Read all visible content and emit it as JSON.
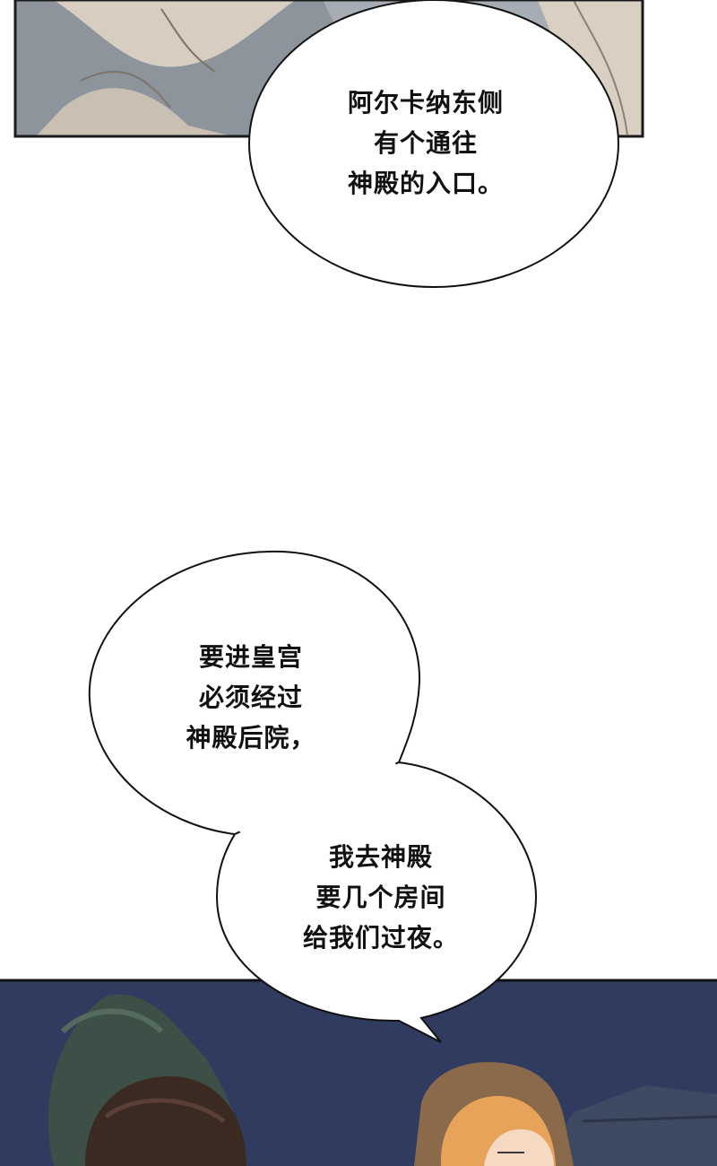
{
  "bubbles": [
    {
      "lines": [
        "阿尔卡纳东侧",
        "有个通往",
        "神殿的入口。"
      ]
    },
    {
      "lines": [
        "要进皇宫",
        "必须经过",
        "神殿后院，"
      ]
    },
    {
      "lines": [
        "我去神殿",
        "要几个房间",
        "给我们过夜。"
      ]
    }
  ],
  "colors": {
    "night_sky": "#2f3b5f",
    "top_panel_bg": "#9aa3ac",
    "cloth": "#d9cfc3",
    "hood": "#8a6a4a",
    "hair_dark": "#3b2a22",
    "hair_blonde": "#e8a35a"
  }
}
